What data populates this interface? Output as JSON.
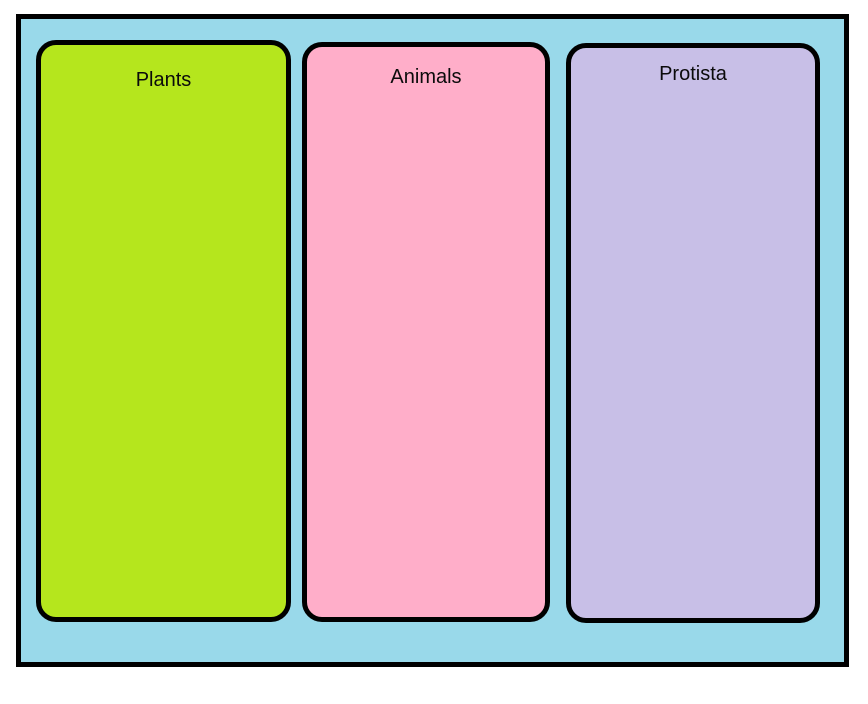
{
  "canvas": {
    "background_color": "#99D9EA",
    "border_color": "#000000",
    "page_background": "#FFFFFF"
  },
  "panels": [
    {
      "id": "plants",
      "label": "Plants",
      "color": "#B5E61D",
      "border_color": "#000000"
    },
    {
      "id": "animals",
      "label": "Animals",
      "color": "#FFAEC9",
      "border_color": "#000000"
    },
    {
      "id": "protista",
      "label": "Protista",
      "color": "#C8BFE7",
      "border_color": "#000000"
    }
  ]
}
